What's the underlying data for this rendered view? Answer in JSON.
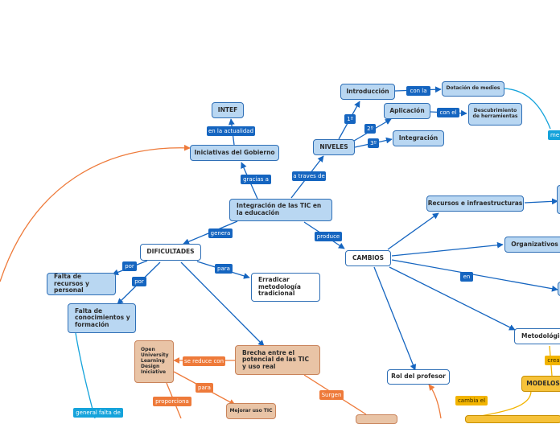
{
  "nodes": {
    "integracion_tic": "Integración de las TIC en la educación",
    "iniciativas": "Iniciativas del Gobierno",
    "intef": "INTEF",
    "niveles": "NIVELES",
    "introduccion": "Introducción",
    "aplicacion": "Aplicación",
    "integracion": "Integración",
    "dotacion": "Dotación de medios",
    "descubrimiento": "Descubrimiento de herramientas",
    "dificultades": "DIFICULTADES",
    "falta_recursos": "Falta de recursos y personal",
    "falta_conocimientos": "Falta de conocimientos y formación",
    "erradicar": "Erradicar metodología tradicional",
    "brecha": "Brecha entre el potencial de las TIC y uso real",
    "open_university": "Open University Learning Design Iniciative",
    "mejorar": "Mejorar uso TIC",
    "cambios": "CAMBIOS",
    "recursos_infra": "Recursos e infraestructuras",
    "organizativos": "Organizativos",
    "metodologicos": "Metodológico",
    "rol_profesor": "Rol del profesor",
    "modelos": "MODELOS"
  },
  "labels": {
    "en_la_actualidad": "en la actualidad",
    "gracias_a": "gracias a",
    "a_traves_de": "a traves de",
    "primero": "1º",
    "segundo": "2º",
    "tercero": "3º",
    "con_la": "con la",
    "con_el": "con el",
    "genera": "genera",
    "produce": "produce",
    "por_1": "por",
    "por_2": "por",
    "para_1": "para",
    "se_reduce_con": "se reduce con",
    "para_2": "para",
    "proporciona": "proporciona",
    "surgen": "Surgen",
    "en": "en",
    "cambia_el": "cambia el",
    "crea": "crea",
    "general_falta_de": "general falta de",
    "me": "me"
  },
  "colors": {
    "blue_line": "#1565c0",
    "orange_line": "#ee7a3a",
    "cyan_line": "#15a3db",
    "gold_line": "#f2b400"
  }
}
